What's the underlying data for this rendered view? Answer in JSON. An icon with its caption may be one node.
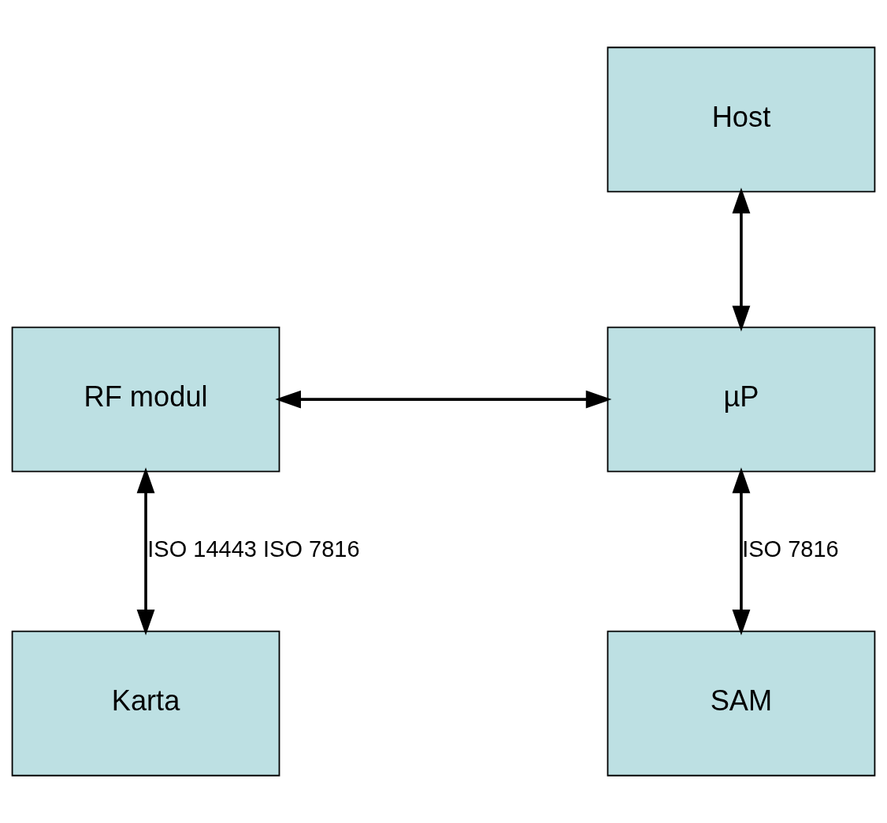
{
  "diagram": {
    "nodes": [
      {
        "text": [
          "Host"
        ]
      },
      {
        "text": [
          "RF modul"
        ]
      },
      {
        "text": [
          "µP"
        ]
      },
      {
        "text": [
          "Karta"
        ]
      },
      {
        "text": [
          "SAM"
        ]
      }
    ],
    "edges": [
      {
        "from": 0,
        "to": 2,
        "arrow": "both"
      },
      {
        "from": 1,
        "to": 2,
        "arrow": "both"
      },
      {
        "from": 1,
        "to": 3,
        "arrow": "both",
        "label": "ISO 14443 ISO 7816"
      },
      {
        "from": 2,
        "to": 4,
        "arrow": "both",
        "label": "ISO 7816"
      }
    ]
  }
}
